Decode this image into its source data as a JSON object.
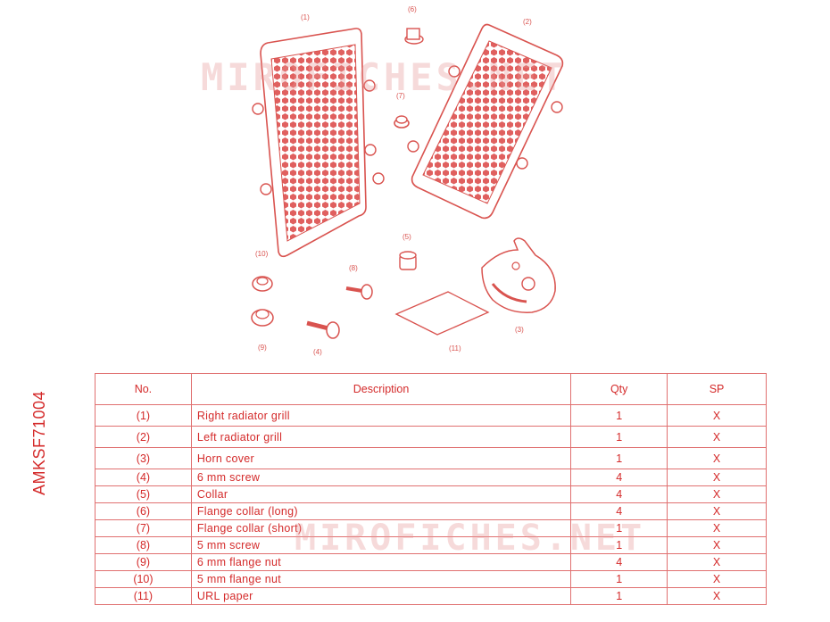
{
  "watermarks": {
    "top": "MIROFICHES.NET",
    "bottom": "MIROFICHES.NET"
  },
  "side_code": "AMKSF71004",
  "callouts": [
    "(1)",
    "(2)",
    "(3)",
    "(4)",
    "(5)",
    "(6)",
    "(7)",
    "(8)",
    "(9)",
    "(10)",
    "(11)"
  ],
  "table": {
    "headers": {
      "no": "No.",
      "description": "Description",
      "qty": "Qty",
      "sp": "SP"
    },
    "rows": [
      {
        "no": "(1)",
        "description": "Right radiator grill",
        "qty": "1",
        "sp": "X"
      },
      {
        "no": "(2)",
        "description": "Left radiator grill",
        "qty": "1",
        "sp": "X"
      },
      {
        "no": "(3)",
        "description": "Horn cover",
        "qty": "1",
        "sp": "X"
      },
      {
        "no": "(4)",
        "description": "6 mm screw",
        "qty": "4",
        "sp": "X"
      },
      {
        "no": "(5)",
        "description": "Collar",
        "qty": "4",
        "sp": "X"
      },
      {
        "no": "(6)",
        "description": "Flange collar (long)",
        "qty": "4",
        "sp": "X"
      },
      {
        "no": "(7)",
        "description": "Flange collar (short)",
        "qty": "1",
        "sp": "X"
      },
      {
        "no": "(8)",
        "description": "5 mm screw",
        "qty": "1",
        "sp": "X"
      },
      {
        "no": "(9)",
        "description": "6 mm flange nut",
        "qty": "4",
        "sp": "X"
      },
      {
        "no": "(10)",
        "description": "5 mm flange nut",
        "qty": "1",
        "sp": "X"
      },
      {
        "no": "(11)",
        "description": "URL paper",
        "qty": "1",
        "sp": "X"
      }
    ]
  }
}
